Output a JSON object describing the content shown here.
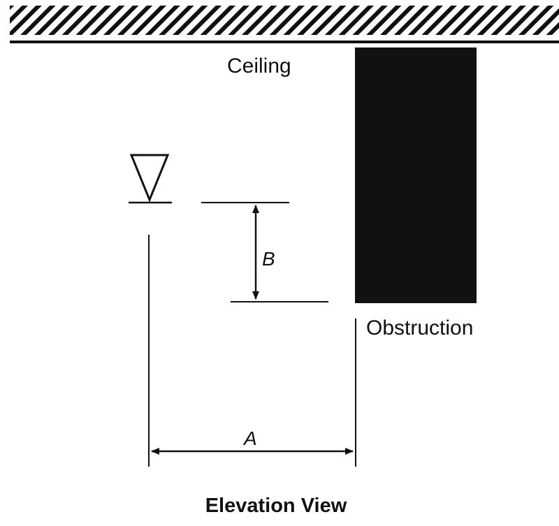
{
  "diagram": {
    "ceiling_label": "Ceiling",
    "obstruction_label": "Obstruction",
    "dimension_a_label": "A",
    "dimension_b_label": "B",
    "caption": "Elevation View"
  }
}
